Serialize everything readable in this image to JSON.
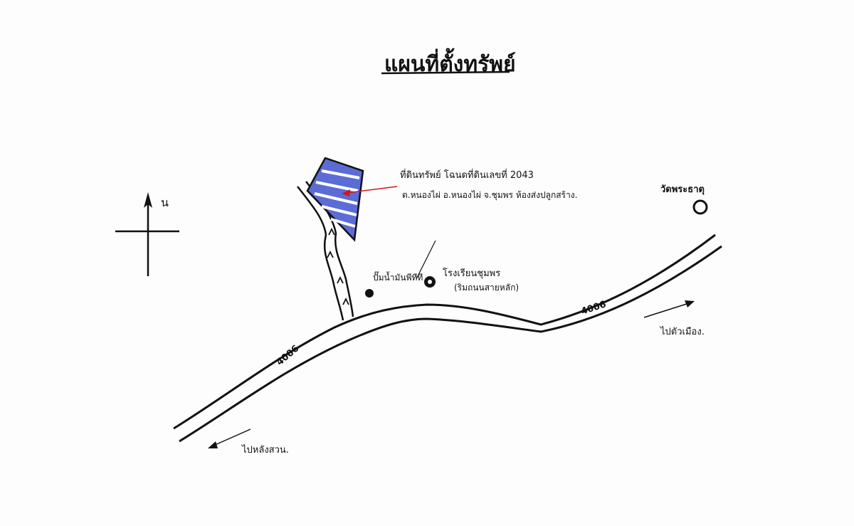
{
  "title": "แผนที่ตั้งทรัพย์",
  "north_label": "น",
  "plot_label_line1": "ที่ดินทรัพย์ โฉนดที่ดินเลขที่ 2043",
  "plot_label_line2": "ต.หนองไผ่ อ.หนองไผ่ จ.ชุมพร ห้องส่งปลูกสร้าง.",
  "road_number_upper": "4006",
  "road_number_lower": "4006",
  "landmark_top_right": "วัดพระธาตุ",
  "landmark_left_marker": "ปั๊มน้ำมันพีทีที",
  "landmark_right_marker": "โรงเรียนชุมพร",
  "landmark_right_marker_sub": "(ริมถนนสายหลัก)",
  "direction_right": "ไปตัวเมือง.",
  "direction_left": "ไปหลังสวน.",
  "colors": {
    "ink": "#111111",
    "plot_fill": "#5b6cd6",
    "plot_stripe": "#ffffff",
    "arrow": "#d01818",
    "paper": "#fdfdfd"
  },
  "icons": [
    "north-arrow-icon",
    "compass-cross-icon",
    "landmark-circle-icon",
    "landmark-dot-icon",
    "direction-arrow-icon"
  ]
}
